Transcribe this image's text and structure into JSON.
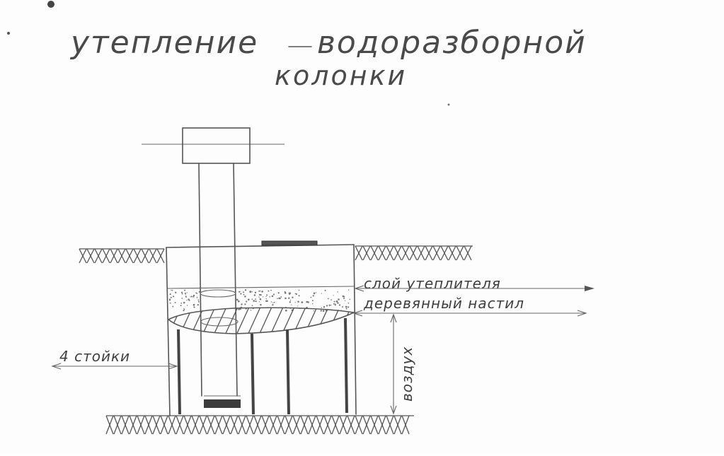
{
  "title": {
    "line1": "утепление",
    "line2": "водоразборной",
    "line3": "колонки"
  },
  "labels": {
    "insulation_layer": "слой утеплителя",
    "wooden_deck": "деревянный настил",
    "four_posts": "4 стойки",
    "air": "воздух"
  },
  "colors": {
    "ink": "#555555",
    "paper": "#fdfdfd"
  }
}
